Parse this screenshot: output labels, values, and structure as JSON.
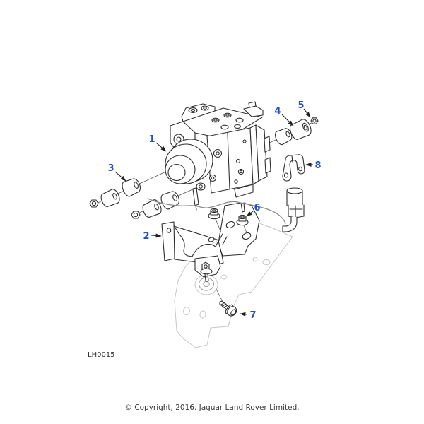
{
  "colors": {
    "accent": "#2350c8"
  },
  "callouts": [
    {
      "label": "1"
    },
    {
      "label": "2"
    },
    {
      "label": "3"
    },
    {
      "label": "4"
    },
    {
      "label": "5"
    },
    {
      "label": "6"
    },
    {
      "label": "7"
    },
    {
      "label": "8"
    }
  ],
  "footer": {
    "diagram_code": "LH0015",
    "copyright": "© Copyright, 2016. Jaguar Land Rover Limited."
  }
}
